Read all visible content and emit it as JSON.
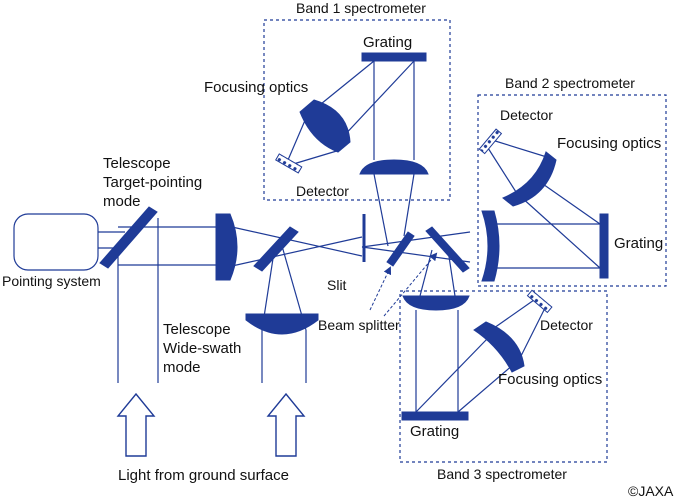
{
  "colors": {
    "optics": "#1f3b97",
    "text": "#111111",
    "background": "#ffffff"
  },
  "labels": {
    "band1_title": "Band 1 spectrometer",
    "band2_title": "Band 2 spectrometer",
    "band3_title": "Band 3 spectrometer",
    "grating": "Grating",
    "focusing_optics": "Focusing optics",
    "detector": "Detector",
    "telescope_target_line1": "Telescope",
    "telescope_target_line2": "Target-pointing",
    "telescope_target_line3": "mode",
    "telescope_wide_line1": "Telescope",
    "telescope_wide_line2": "Wide-swath",
    "telescope_wide_line3": "mode",
    "pointing_system": "Pointing system",
    "slit": "Slit",
    "beam_splitter": "Beam splitter",
    "light_from_ground": "Light from ground surface",
    "copyright": "©JAXA"
  }
}
